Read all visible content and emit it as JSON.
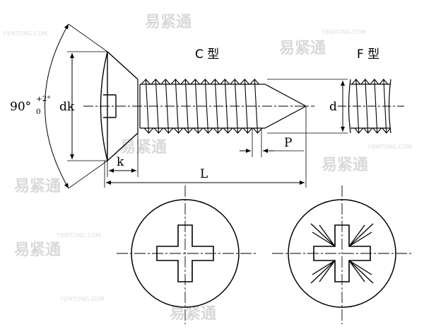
{
  "labels": {
    "type_c": "C 型",
    "type_f": "F 型",
    "angle_base": "90°",
    "angle_tol_upper": "+2°",
    "angle_tol_lower": "0",
    "head_diameter": "dk",
    "head_height": "k",
    "length": "L",
    "pitch": "P",
    "thread_diameter": "d"
  },
  "watermark": {
    "brand": "易紧通",
    "site": "YIJINTONG.COM"
  },
  "colors": {
    "line": "#000000",
    "background": "#ffffff",
    "watermark": "#d9d9d9"
  }
}
